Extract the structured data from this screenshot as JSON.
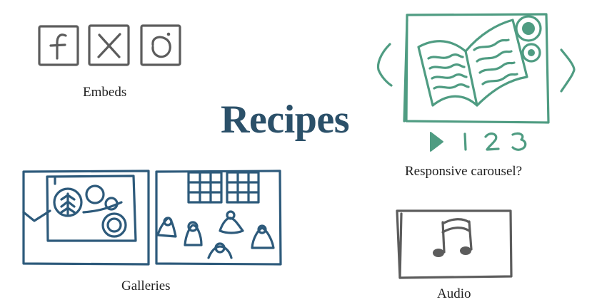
{
  "title": "Recipes",
  "labels": {
    "embeds": "Embeds",
    "carousel": "Responsive carousel?",
    "galleries": "Galleries",
    "audio": "Audio"
  },
  "carousel_pages": [
    "1",
    "2",
    "3"
  ],
  "icons": [
    "facebook-icon",
    "twitter-icon",
    "instagram-icon",
    "open-book-icon",
    "play-icon",
    "music-note-icon",
    "chevron-left-icon",
    "chevron-right-icon"
  ],
  "colors": {
    "title": "#2b5069",
    "grey_ink": "#5c5c5c",
    "blue_ink": "#2d5a7b",
    "green_ink": "#4f9c82"
  }
}
